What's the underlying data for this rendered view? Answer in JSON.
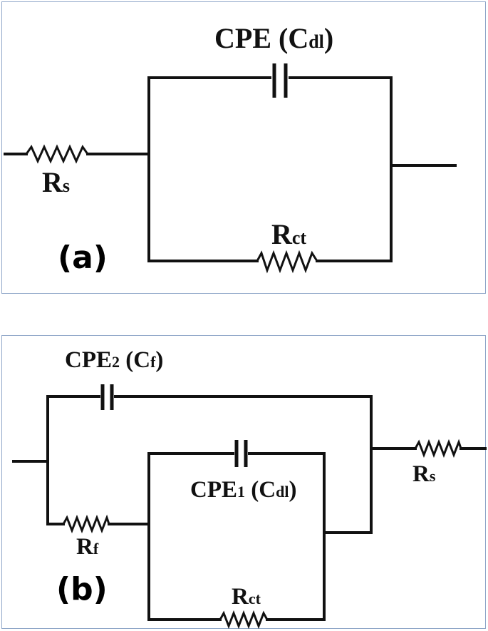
{
  "circuits": {
    "a": {
      "tag": "(a)",
      "cpe": {
        "base": "CPE",
        "open": " (C",
        "sub": "dl",
        "close": ")"
      },
      "rs": {
        "base": "R",
        "sub": "s"
      },
      "rct": {
        "base": "R",
        "sub": "ct"
      }
    },
    "b": {
      "tag": "(b)",
      "cpe2": {
        "base": "CPE",
        "idx": "2",
        "open": " (C",
        "sub": "f",
        "close": ")"
      },
      "cpe1": {
        "base": "CPE",
        "idx": "1",
        "open": " (C",
        "sub": "dl",
        "close": ")"
      },
      "rs": {
        "base": "R",
        "sub": "s"
      },
      "rf": {
        "base": "R",
        "sub": "f"
      },
      "rct": {
        "base": "R",
        "sub": "ct"
      }
    }
  },
  "colors": {
    "line": "#111111",
    "frame": "#8fa6c8",
    "background": "#ffffff"
  }
}
